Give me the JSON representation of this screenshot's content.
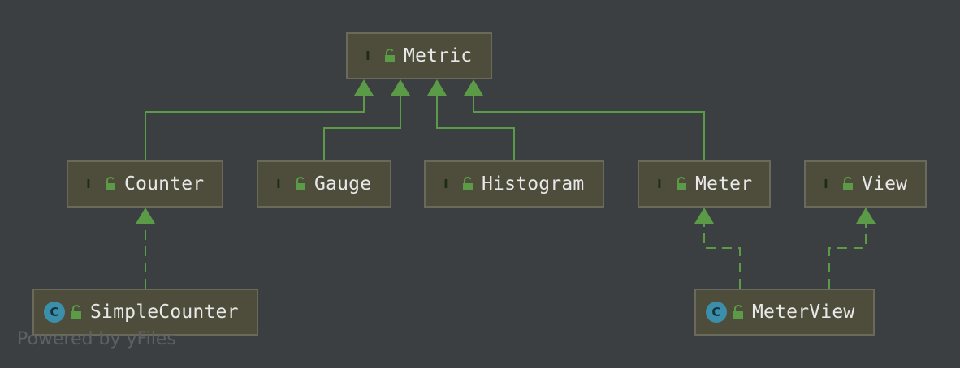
{
  "diagram": {
    "nodes": [
      {
        "id": "metric",
        "name": "Metric",
        "kind": "I",
        "kind_type": "interface"
      },
      {
        "id": "counter",
        "name": "Counter",
        "kind": "I",
        "kind_type": "interface"
      },
      {
        "id": "gauge",
        "name": "Gauge",
        "kind": "I",
        "kind_type": "interface"
      },
      {
        "id": "histogram",
        "name": "Histogram",
        "kind": "I",
        "kind_type": "interface"
      },
      {
        "id": "meter",
        "name": "Meter",
        "kind": "I",
        "kind_type": "interface"
      },
      {
        "id": "view",
        "name": "View",
        "kind": "I",
        "kind_type": "interface"
      },
      {
        "id": "simplecounter",
        "name": "SimpleCounter",
        "kind": "C",
        "kind_type": "class"
      },
      {
        "id": "meterview",
        "name": "MeterView",
        "kind": "C",
        "kind_type": "class"
      }
    ],
    "edges": [
      {
        "from": "counter",
        "to": "metric",
        "style": "extends"
      },
      {
        "from": "gauge",
        "to": "metric",
        "style": "extends"
      },
      {
        "from": "histogram",
        "to": "metric",
        "style": "extends"
      },
      {
        "from": "meter",
        "to": "metric",
        "style": "extends"
      },
      {
        "from": "simplecounter",
        "to": "counter",
        "style": "implements"
      },
      {
        "from": "meterview",
        "to": "meter",
        "style": "implements"
      },
      {
        "from": "meterview",
        "to": "view",
        "style": "implements"
      }
    ],
    "colors": {
      "background": "#3c3f41",
      "node_fill": "#4e4d3b",
      "node_border": "#6a6a5c",
      "edge": "#5b9a46",
      "interface_badge": "#5b9a46",
      "class_badge": "#3c8fab"
    },
    "icons": {
      "visibility": "public-unlocked-icon"
    }
  },
  "watermark": "Powered by yFiles"
}
